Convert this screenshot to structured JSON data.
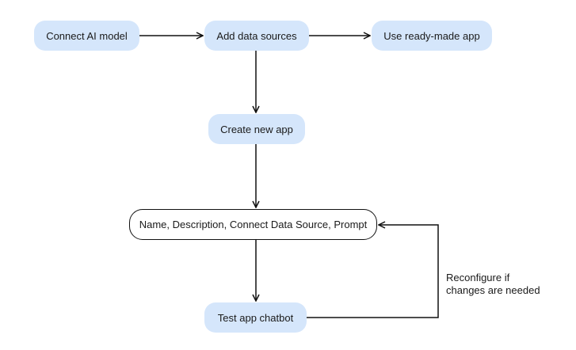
{
  "colors": {
    "node_fill": "#d5e6fb",
    "edge": "#111111",
    "outline_fill": "#ffffff"
  },
  "nodes": {
    "connect_ai_model": "Connect AI model",
    "add_data_sources": "Add data sources",
    "use_ready_made_app": "Use ready-made app",
    "create_new_app": "Create new app",
    "configure_app": "Name, Description, Connect Data Source, Prompt",
    "test_app_chatbot": "Test app chatbot"
  },
  "edge_labels": {
    "reconfigure_line1": "Reconfigure if",
    "reconfigure_line2": "changes are needed"
  }
}
